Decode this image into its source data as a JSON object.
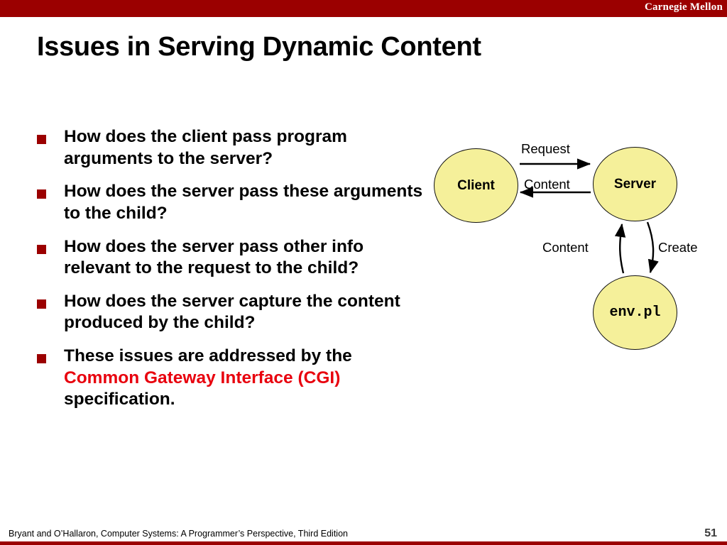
{
  "banner": {
    "institution": "Carnegie Mellon"
  },
  "slide": {
    "title": "Issues in Serving Dynamic Content",
    "bullets": [
      {
        "text": "How does the client pass program arguments to the server?"
      },
      {
        "text": "How does the server pass these arguments to the child?"
      },
      {
        "text": "How does the server pass other info relevant to the request to the child?"
      },
      {
        "text": "How does the server capture the content produced by the child?"
      },
      {
        "prefix": "These issues are addressed by the ",
        "highlight": "Common Gateway Interface (CGI)",
        "suffix": " specification."
      }
    ]
  },
  "diagram": {
    "nodes": [
      {
        "id": "client",
        "label": "Client"
      },
      {
        "id": "server",
        "label": "Server"
      },
      {
        "id": "env",
        "label": "env.pl"
      }
    ],
    "edges": [
      {
        "id": "request",
        "label": "Request",
        "from": "client",
        "to": "server"
      },
      {
        "id": "content-top",
        "label": "Content",
        "from": "server",
        "to": "client"
      },
      {
        "id": "content-bottom",
        "label": "Content",
        "from": "env",
        "to": "server"
      },
      {
        "id": "create",
        "label": "Create",
        "from": "server",
        "to": "env"
      }
    ],
    "colors": {
      "node_fill": "#f5f09a",
      "node_stroke": "#111111"
    }
  },
  "footer": {
    "citation": "Bryant and O’Hallaron, Computer Systems: A Programmer’s Perspective, Third Edition",
    "page_number": "51"
  },
  "theme": {
    "accent_red": "#9b0000",
    "highlight_red": "#e8000d"
  }
}
